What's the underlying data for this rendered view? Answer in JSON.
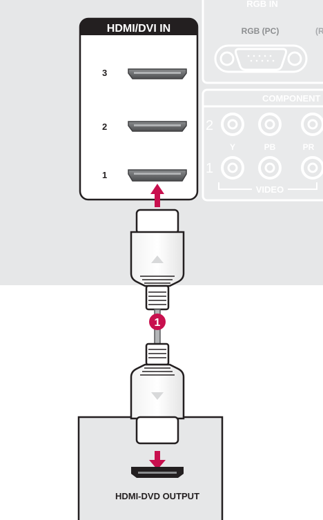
{
  "tv_panel": {
    "rgb_in_header": "RGB IN",
    "rgb_pc_label": "RGB (PC)",
    "rgb_cut_label": "(R",
    "component_header": "COMPONENT",
    "row_2_label": "2",
    "row_1_label": "1",
    "y_label": "Y",
    "pb_label": "PB",
    "pr_label": "PR",
    "video_label": "VIDEO"
  },
  "hdmi_panel": {
    "title": "HDMI/DVI IN",
    "port_3_label": "3",
    "port_2_label": "2",
    "port_1_label": "1"
  },
  "cable": {
    "step_badge": "1"
  },
  "dvd_box": {
    "label": "HDMI-DVD OUTPUT"
  },
  "colors": {
    "accent_magenta": "#c8104e",
    "panel_gray": "#e6e7e8",
    "outline_gray": "#a7a9ac",
    "port_dark": "#58595b"
  }
}
